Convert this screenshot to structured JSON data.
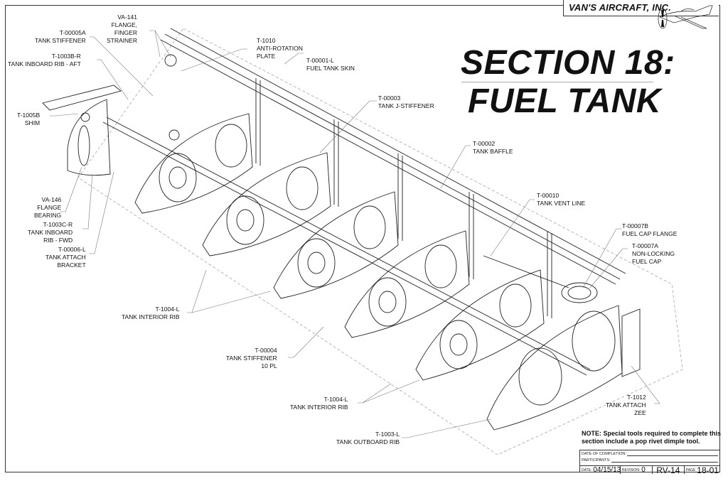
{
  "header": {
    "company": "VAN'S AIRCRAFT, INC.",
    "logo_icon": "airplane-logo-icon"
  },
  "title": {
    "line1": "SECTION 18:",
    "line2": "FUEL TANK"
  },
  "callouts": [
    {
      "id": "va-141",
      "text": "VA-141\nFLANGE,\nFINGER\nSTRAINER"
    },
    {
      "id": "t-00005a",
      "text": "T-00005A\nTANK STIFFENER"
    },
    {
      "id": "t-1003b-r",
      "text": "T-1003B-R\nTANK INBOARD RIB - AFT"
    },
    {
      "id": "t-1010",
      "text": "T-1010\nANTI-ROTATION\nPLATE"
    },
    {
      "id": "t-00001-l",
      "text": "T-00001-L\nFUEL TANK SKIN"
    },
    {
      "id": "t-1005b",
      "text": "T-1005B\nSHIM"
    },
    {
      "id": "t-00003",
      "text": "T-00003\nTANK J-STIFFENER"
    },
    {
      "id": "t-00002",
      "text": "T-00002\nTANK BAFFLE"
    },
    {
      "id": "t-00010",
      "text": "T-00010\nTANK VENT LINE"
    },
    {
      "id": "va-146",
      "text": "VA-146\nFLANGE\nBEARING"
    },
    {
      "id": "t-1003c-r",
      "text": "T-1003C-R\nTANK INBOARD\nRIB - FWD"
    },
    {
      "id": "t-00006-l",
      "text": "T-00006-L\nTANK ATTACH\nBRACKET"
    },
    {
      "id": "t-00007b",
      "text": "T-00007B\nFUEL CAP FLANGE"
    },
    {
      "id": "t-00007a",
      "text": "T-00007A\nNON-LOCKING\nFUEL CAP"
    },
    {
      "id": "t-1004-l-a",
      "text": "T-1004-L\nTANK INTERIOR RIB"
    },
    {
      "id": "t-00004",
      "text": "T-00004\nTANK STIFFENER\n10 PL"
    },
    {
      "id": "t-1004-l-b",
      "text": "T-1004-L\nTANK INTERIOR RIB"
    },
    {
      "id": "t-1012",
      "text": "T-1012\nTANK ATTACH\nZEE"
    },
    {
      "id": "t-1003-l",
      "text": "T-1003-L\nTANK OUTBOARD RIB"
    }
  ],
  "note": "NOTE: Special tools required to complete this section include a pop rivet dimple tool.",
  "title_block": {
    "completion_label": "DATE OF COMPLETION:",
    "participants_label": "PARTICIPANTS:",
    "date_label": "DATE:",
    "date_value": "04/15/13",
    "revision_label": "REVISION:",
    "revision_value": "0",
    "model": "RV-14",
    "page_label": "PAGE",
    "page_value": "18-01"
  }
}
